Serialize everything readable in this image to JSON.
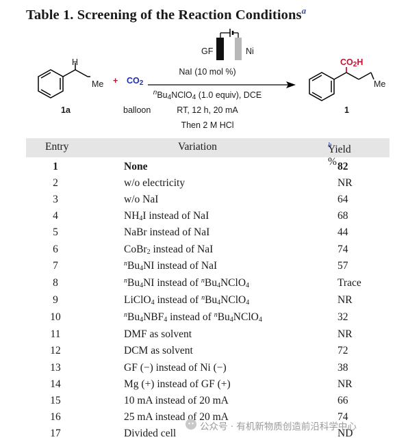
{
  "title": {
    "main": "Table 1. Screening of the Reaction Conditions",
    "sup": "a"
  },
  "scheme": {
    "reactant_label": "1a",
    "reactant_chain": "Me",
    "reactant_h": "H",
    "plus": "+",
    "co2": "CO",
    "co2_sub": "2",
    "balloon": "balloon",
    "electrode_left": "GF",
    "electrode_right": "Ni",
    "cond1": "NaI (10 mol %)",
    "cond2_pre": "n",
    "cond2_main": "Bu",
    "cond2_sub": "4",
    "cond2_post": "NClO",
    "cond2_sub2": "4",
    "cond2_end": " (1.0 equiv), DCE",
    "cond3": "RT, 12 h, 20 mA",
    "cond4": "Then 2 M HCl",
    "product_label": "1",
    "product_group": "CO",
    "product_group_sub": "2",
    "product_group_end": "H",
    "product_chain": "Me"
  },
  "table": {
    "headers": {
      "entry": "Entry",
      "variation": "Variation",
      "yield": "Yield %",
      "yield_sup": "b"
    },
    "rows": [
      {
        "entry": "1",
        "yield": "82",
        "bold": true
      },
      {
        "entry": "2",
        "yield": "NR"
      },
      {
        "entry": "3",
        "yield": "64"
      },
      {
        "entry": "4",
        "yield": "68"
      },
      {
        "entry": "5",
        "yield": "44"
      },
      {
        "entry": "6",
        "yield": "74"
      },
      {
        "entry": "7",
        "yield": "57"
      },
      {
        "entry": "8",
        "yield": "Trace"
      },
      {
        "entry": "9",
        "yield": "NR"
      },
      {
        "entry": "10",
        "yield": "32"
      },
      {
        "entry": "11",
        "yield": "NR"
      },
      {
        "entry": "12",
        "yield": "72"
      },
      {
        "entry": "13",
        "yield": "38"
      },
      {
        "entry": "14",
        "yield": "NR"
      },
      {
        "entry": "15",
        "yield": "66"
      },
      {
        "entry": "16",
        "yield": "74"
      },
      {
        "entry": "17",
        "yield": "ND"
      }
    ],
    "variations": {
      "v1": "None",
      "v2": "w/o electricity",
      "v3": "w/o NaI",
      "v4_a": "NH",
      "v4_s": "4",
      "v4_b": "I instead of NaI",
      "v5": "NaBr instead of NaI",
      "v6_a": "CoBr",
      "v6_s": "2",
      "v6_b": " instead of NaI",
      "v7_p": "n",
      "v7_a": "Bu",
      "v7_s": "4",
      "v7_b": "NI instead of NaI",
      "v8_p": "n",
      "v8_a": "Bu",
      "v8_s": "4",
      "v8_b": "NI instead of ",
      "v8_p2": "n",
      "v8_c": "Bu",
      "v8_s2": "4",
      "v8_d": "NClO",
      "v8_s3": "4",
      "v9_a": "LiClO",
      "v9_s": "4",
      "v9_b": " instead of ",
      "v9_p": "n",
      "v9_c": "Bu",
      "v9_s2": "4",
      "v9_d": "NClO",
      "v9_s3": "4",
      "v10_p": "n",
      "v10_a": "Bu",
      "v10_s": "4",
      "v10_b": "NBF",
      "v10_s2": "4",
      "v10_c": " instead of ",
      "v10_p2": "n",
      "v10_d": "Bu",
      "v10_s3": "4",
      "v10_e": "NClO",
      "v10_s4": "4",
      "v11": "DMF as solvent",
      "v12": "DCM as solvent",
      "v13": "GF (−) instead of Ni (−)",
      "v14": "Mg (+) instead of GF (+)",
      "v15": "10 mA instead of 20 mA",
      "v16": "25 mA instead of 20 mA",
      "v17": "Divided cell"
    }
  },
  "watermark": "公众号 · 有机新物质创造前沿科学中心"
}
